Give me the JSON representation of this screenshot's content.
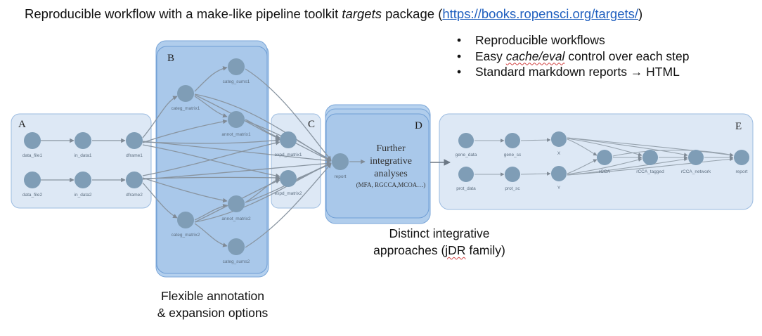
{
  "title": {
    "prefix": "Reproducible workflow with a make-like pipeline toolkit ",
    "italic": "targets",
    "suffix": " package  (",
    "link": "https://books.ropensci.org/targets/",
    "close": ")"
  },
  "bullets": [
    {
      "before": "Reproducible workflows",
      "italic": "",
      "after": ""
    },
    {
      "before": "Easy ",
      "italic": "cache/eval",
      "after": " control over each step"
    },
    {
      "before": "Standard markdown reports → HTML",
      "italic": "",
      "after": ""
    }
  ],
  "panels": {
    "A": "A",
    "B": "B",
    "C": "C",
    "D": "D",
    "E": "E"
  },
  "nodes": {
    "data_file1": "data_file1",
    "data_file2": "data_file2",
    "in_data1": "in_data1",
    "in_data2": "in_data2",
    "dframe1": "dframe1",
    "dframe2": "dframe2",
    "categ_sums1": "categ_sums1",
    "categ_matrix1": "categ_matrix1",
    "annot_matrix1": "annot_matrix1",
    "annot_matrix2": "annot_matrix2",
    "categ_matrix2": "categ_matrix2",
    "categ_sums2": "categ_sums2",
    "expd_matrix1": "expd_matrix1",
    "expd_matrix2": "expd_matrix2",
    "report": "report",
    "gene_data": "gene_data",
    "gene_sc": "gene_sc",
    "X": "X",
    "prot_data": "prot_data",
    "prot_sc": "prot_sc",
    "Y": "Y",
    "rCCA": "rCCA",
    "rCCA_tagged": "rCCA_tagged",
    "rCCA_network": "rCCA_network",
    "report_e": "report"
  },
  "panel_d": {
    "line1": "Further",
    "line2": "integrative",
    "line3": "analyses",
    "line4": "(MFA, RGCCA,MCOA…)"
  },
  "captions": {
    "b_line1": "Flexible annotation",
    "b_line2": "& expansion options",
    "d_line1": "Distinct integrative",
    "d_line2_before": "approaches (",
    "d_line2_squig": "jDR",
    "d_line2_after": " family)"
  },
  "colors": {
    "node": "#7f9db6",
    "panel_light": "#dde8f5",
    "panel_blue": "#a9c8ea",
    "edge": "#8995a1"
  }
}
